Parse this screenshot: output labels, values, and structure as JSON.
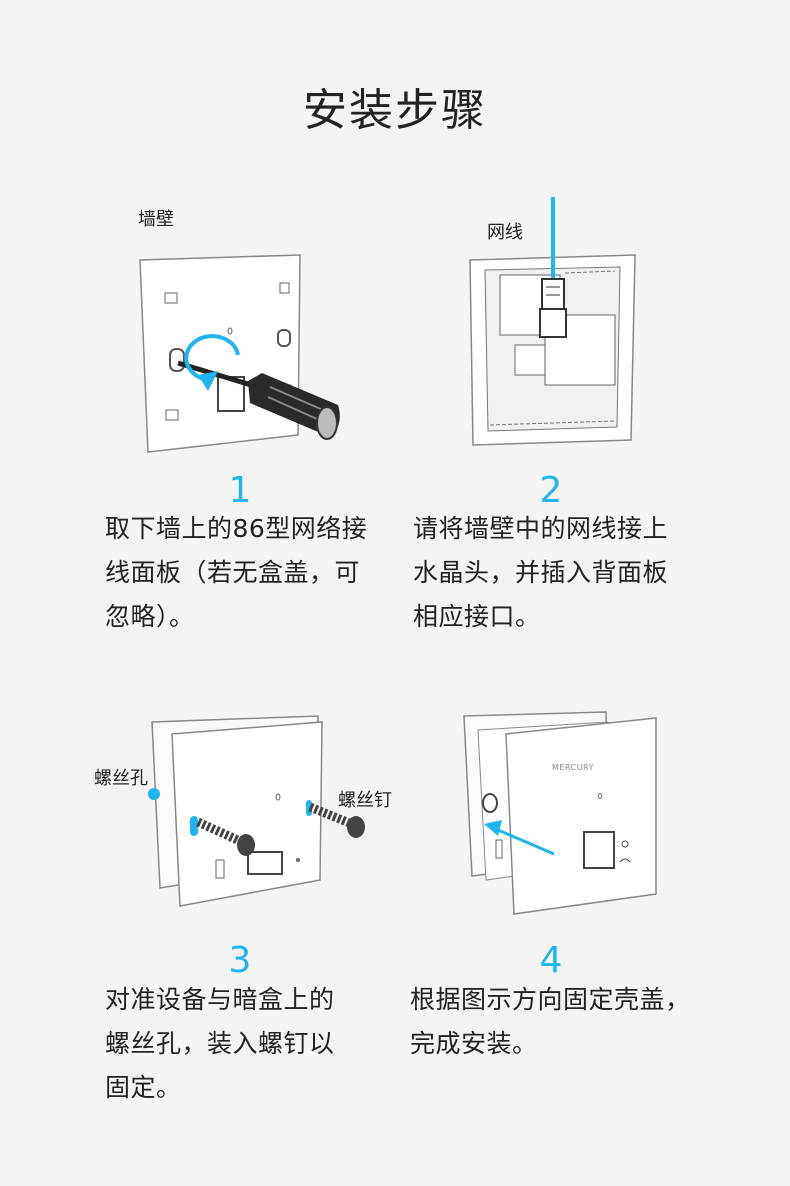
{
  "title": "安装步骤",
  "steps": [
    {
      "number": "1",
      "labels": [
        "墙壁"
      ],
      "lines": [
        "取下墙上的86型网络接",
        "线面板（若无盒盖，可",
        "忽略）。"
      ]
    },
    {
      "number": "2",
      "labels": [
        "网线"
      ],
      "lines": [
        "请将墙壁中的网线接上",
        "水晶头，并插入背面板",
        "相应接口。"
      ]
    },
    {
      "number": "3",
      "labels": [
        "螺丝孔",
        "螺丝钉"
      ],
      "lines": [
        "对准设备与暗盒上的",
        "螺丝孔，装入螺钉以",
        "固定。"
      ]
    },
    {
      "number": "4",
      "labels": [],
      "brand": "MERCURY",
      "lines": [
        "根据图示方向固定壳盖，",
        "完成安装。"
      ]
    }
  ],
  "colors": {
    "accent": "#1fb5ef",
    "text": "#222222",
    "background": "#f4f4f4"
  },
  "icons": [
    "screwdriver-icon",
    "rotate-arrow-icon",
    "network-cable-icon",
    "screw-icon",
    "direction-arrow-icon"
  ]
}
